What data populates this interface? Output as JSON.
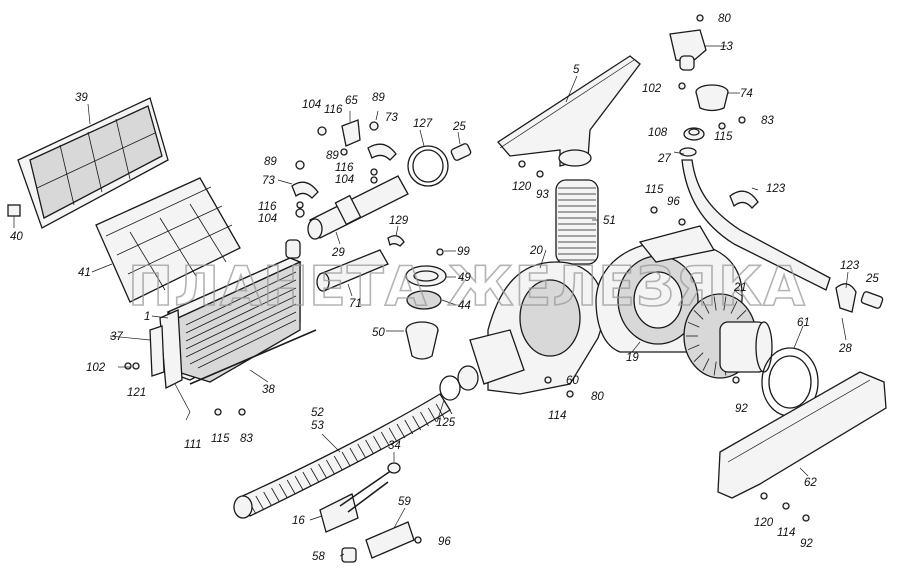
{
  "watermark": "ПЛАНЕТА ЖЕЛЕЗЯКА",
  "callouts": {
    "c80a": "80",
    "c13": "13",
    "c5": "5",
    "c102a": "102",
    "c74": "74",
    "c83a": "83",
    "c108": "108",
    "c115a": "115",
    "c27": "27",
    "c123a": "123",
    "c39": "39",
    "c40": "40",
    "c65": "65",
    "c89a": "89",
    "c104a": "104",
    "c116a": "116",
    "c73a": "73",
    "c127": "127",
    "c25a": "25",
    "c89b": "89",
    "c116b": "116",
    "c104b": "104",
    "c89c": "89",
    "c73b": "73",
    "c116c": "116",
    "c104c": "104",
    "c120a": "120",
    "c93": "93",
    "c115b": "115",
    "c96a": "96",
    "c51": "51",
    "c129": "129",
    "c29": "29",
    "c41": "41",
    "c99": "99",
    "c49": "49",
    "c20": "20",
    "c21": "21",
    "c123b": "123",
    "c25b": "25",
    "c1": "1",
    "c71": "71",
    "c44": "44",
    "c37": "37",
    "c50": "50",
    "c61": "61",
    "c28": "28",
    "c19": "19",
    "c102b": "102",
    "c121": "121",
    "c38": "38",
    "c60": "60",
    "c114a": "114",
    "c80b": "80",
    "c92a": "92",
    "c111": "111",
    "c115c": "115",
    "c83b": "83",
    "c52": "52",
    "c53": "53",
    "c125": "125",
    "c34": "34",
    "c62": "62",
    "c59": "59",
    "c16": "16",
    "c120b": "120",
    "c114b": "114",
    "c92b": "92",
    "c58": "58",
    "c96b": "96"
  },
  "colors": {
    "line": "#1a1a1a",
    "fill": "#f4f4f4",
    "watermark": "#9a9a9a"
  }
}
